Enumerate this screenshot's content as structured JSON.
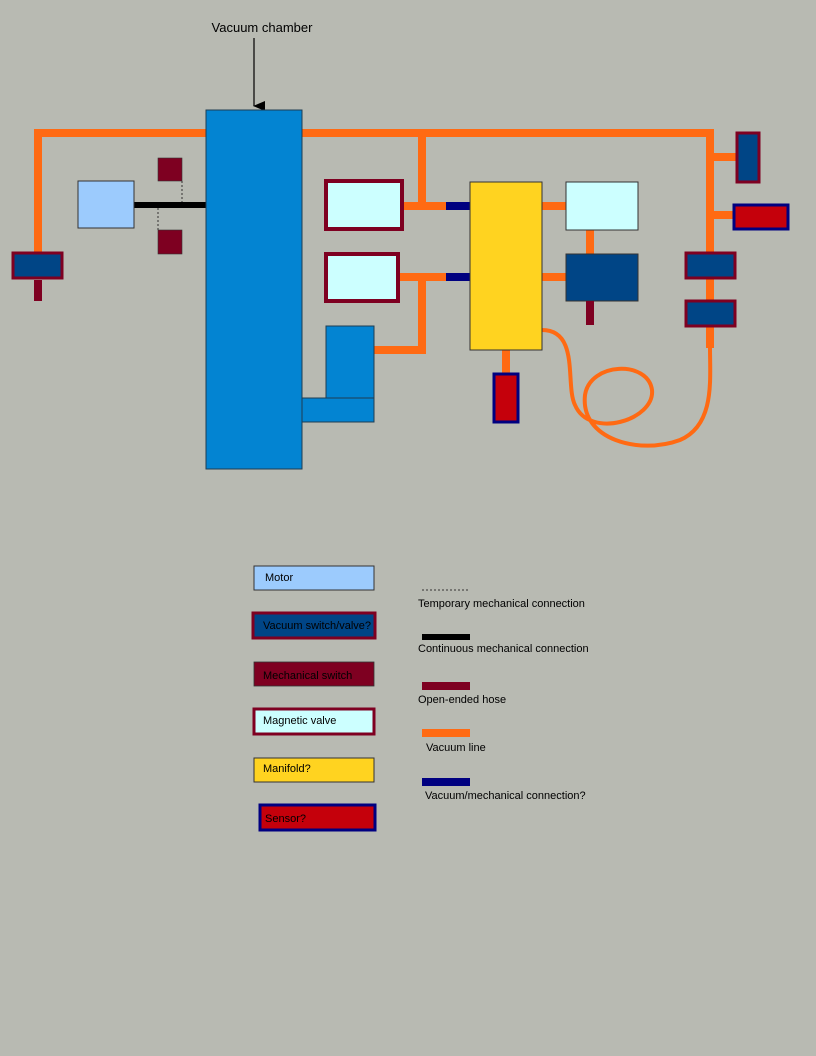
{
  "title_label": "Vacuum chamber",
  "colors": {
    "background": "#b8bab2",
    "chamber": "#0384d2",
    "motor": "#9ccbfd",
    "vacuum_switch_fill": "#004586",
    "vacuum_switch_border": "#7e0021",
    "mechanical_switch": "#7e0021",
    "magnetic_valve_fill": "#ccffff",
    "magnetic_valve_border": "#7e0021",
    "manifold": "#ffd320",
    "sensor_fill": "#c5000b",
    "sensor_border": "#000080",
    "vacuum_line": "#ff6a13",
    "open_hose": "#7e0021",
    "vacuum_mech_connection": "#000080",
    "continuous_mech": "#000000"
  },
  "legend": {
    "components": [
      {
        "key": "motor",
        "label": "Motor"
      },
      {
        "key": "vacuum_switch",
        "label": "Vacuum switch/valve?"
      },
      {
        "key": "mechanical_switch",
        "label": "Mechanical switch"
      },
      {
        "key": "magnetic_valve",
        "label": "Magnetic valve"
      },
      {
        "key": "manifold",
        "label": "Manifold?"
      },
      {
        "key": "sensor",
        "label": "Sensor?"
      }
    ],
    "connections": [
      {
        "key": "temporary_mech",
        "label": "Temporary mechanical connection"
      },
      {
        "key": "continuous_mech",
        "label": "Continuous mechanical connection"
      },
      {
        "key": "open_hose",
        "label": "Open-ended hose"
      },
      {
        "key": "vacuum_line",
        "label": "Vacuum line"
      },
      {
        "key": "vacuum_mech",
        "label": "Vacuum/mechanical connection?"
      }
    ]
  }
}
